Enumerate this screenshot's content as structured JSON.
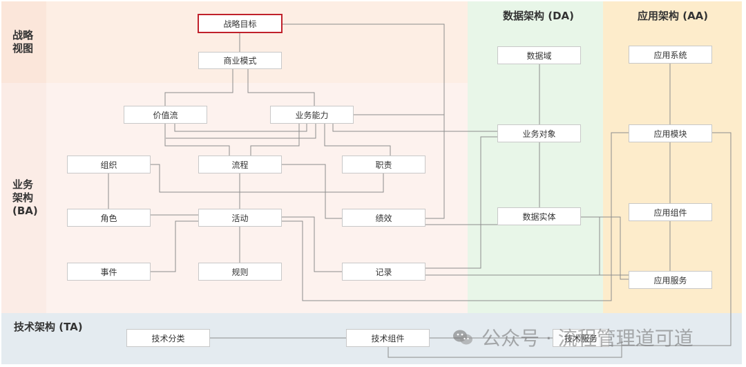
{
  "regions": {
    "strategy_label": "战略\n视图",
    "ba_label": "业务\n架构\n(BA)",
    "da_title": "数据架构 (DA)",
    "aa_title": "应用架构 (AA)",
    "ta_label": "技术架构 (TA)"
  },
  "colors": {
    "strategy_bg": "#fdeee4",
    "ba_bg": "#fdf2ee",
    "da_bg": "#e8f6e8",
    "aa_bg": "#fdeccb",
    "ta_bg": "#e4ebf0",
    "highlight": "#c0202a",
    "line": "#8c8c8c"
  },
  "nodes": {
    "strategy_goal": "战略目标",
    "business_model": "商业模式",
    "value_stream": "价值流",
    "business_capability": "业务能力",
    "organization": "组织",
    "process": "流程",
    "responsibility": "职责",
    "role": "角色",
    "activity": "活动",
    "performance": "绩效",
    "event": "事件",
    "rule": "规则",
    "record": "记录",
    "data_domain": "数据域",
    "business_object": "业务对象",
    "data_entity": "数据实体",
    "app_system": "应用系统",
    "app_module": "应用模块",
    "app_component": "应用组件",
    "app_service": "应用服务",
    "tech_category": "技术分类",
    "tech_component": "技术组件",
    "tech_service": "技术服务"
  },
  "watermark": {
    "text": "公众号 · 流程管理道可道",
    "icon": "wechat-icon"
  }
}
